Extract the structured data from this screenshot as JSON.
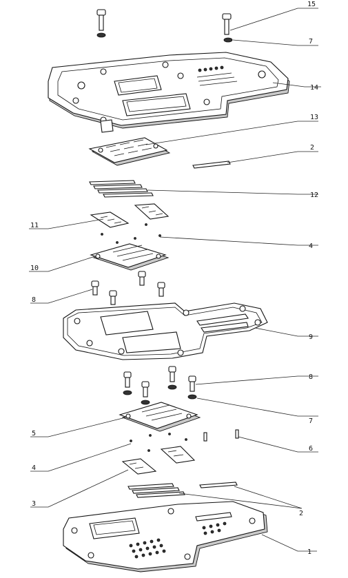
{
  "callouts": {
    "c15": "15",
    "c7a": "7",
    "c14": "14",
    "c13": "13",
    "c2a": "2",
    "c12": "12",
    "c11": "11",
    "c4a": "4",
    "c10": "10",
    "c8a": "8",
    "c9": "9",
    "c8b": "8",
    "c7b": "7",
    "c5": "5",
    "c6": "6",
    "c4b": "4",
    "c3": "3",
    "c2b": "2",
    "c1": "1"
  }
}
